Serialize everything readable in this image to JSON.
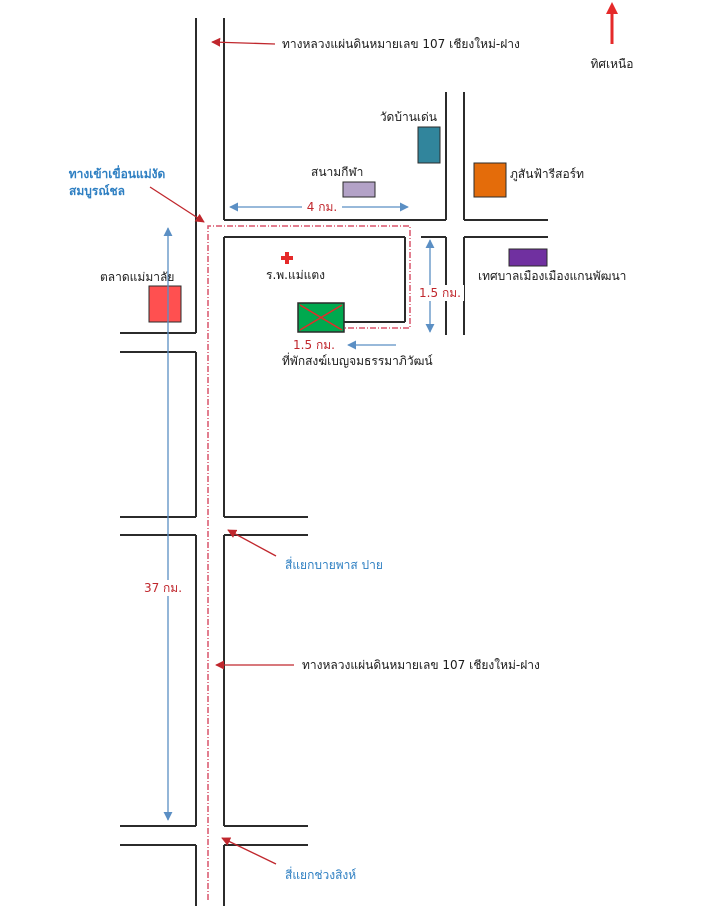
{
  "colors": {
    "road": "#2b2b2b",
    "arrow_red": "#c0272d",
    "measure_blue": "#5b8fc4",
    "route_dash": "#d9546a",
    "label_blue": "#2e7fc2",
    "north": "#e52a2a",
    "hospital_cross": "#e52a2a"
  },
  "north": {
    "label": "ทิศเหนือ"
  },
  "labels": {
    "highway_top": "ทางหลวงแผ่นดินหมายเลข 107 เชียงใหม่-ฝาง",
    "highway_bottom": "ทางหลวงแผ่นดินหมายเลข 107 เชียงใหม่-ฝาง",
    "dam_entrance_line1": "ทางเข้าเขื่อนแม่งัด",
    "dam_entrance_line2": "สมบูรณ์ชล",
    "bypass_junction": "สี่แยกบายพาส ปาย",
    "chuang_sing_junction": "สี่แยกช่วงสิงห์",
    "temple": "วัดบ้านเด่น",
    "stadium": "สนามกีฬา",
    "resort": "ภูสันฟ้ารีสอร์ท",
    "municipality": "เทศบาลเมืองเมืองแกนพัฒนา",
    "market": "ตลาดแม่มาลัย",
    "hospital": "ร.พ.แม่แตง",
    "destination": "ที่พักสงฆ์เบญจมธรรมาภิวัฒน์"
  },
  "distances": {
    "four_km": "4 กม.",
    "one_five_vertical": "1.5 กม.",
    "one_five_horizontal": "1.5 กม.",
    "thirty_seven": "37 กม."
  },
  "landmark_colors": {
    "temple": "#31859c",
    "stadium": "#b3a2c7",
    "resort": "#e46c0a",
    "municipality": "#7030a0",
    "market": "#ff5050",
    "destination": "#00a94f"
  }
}
